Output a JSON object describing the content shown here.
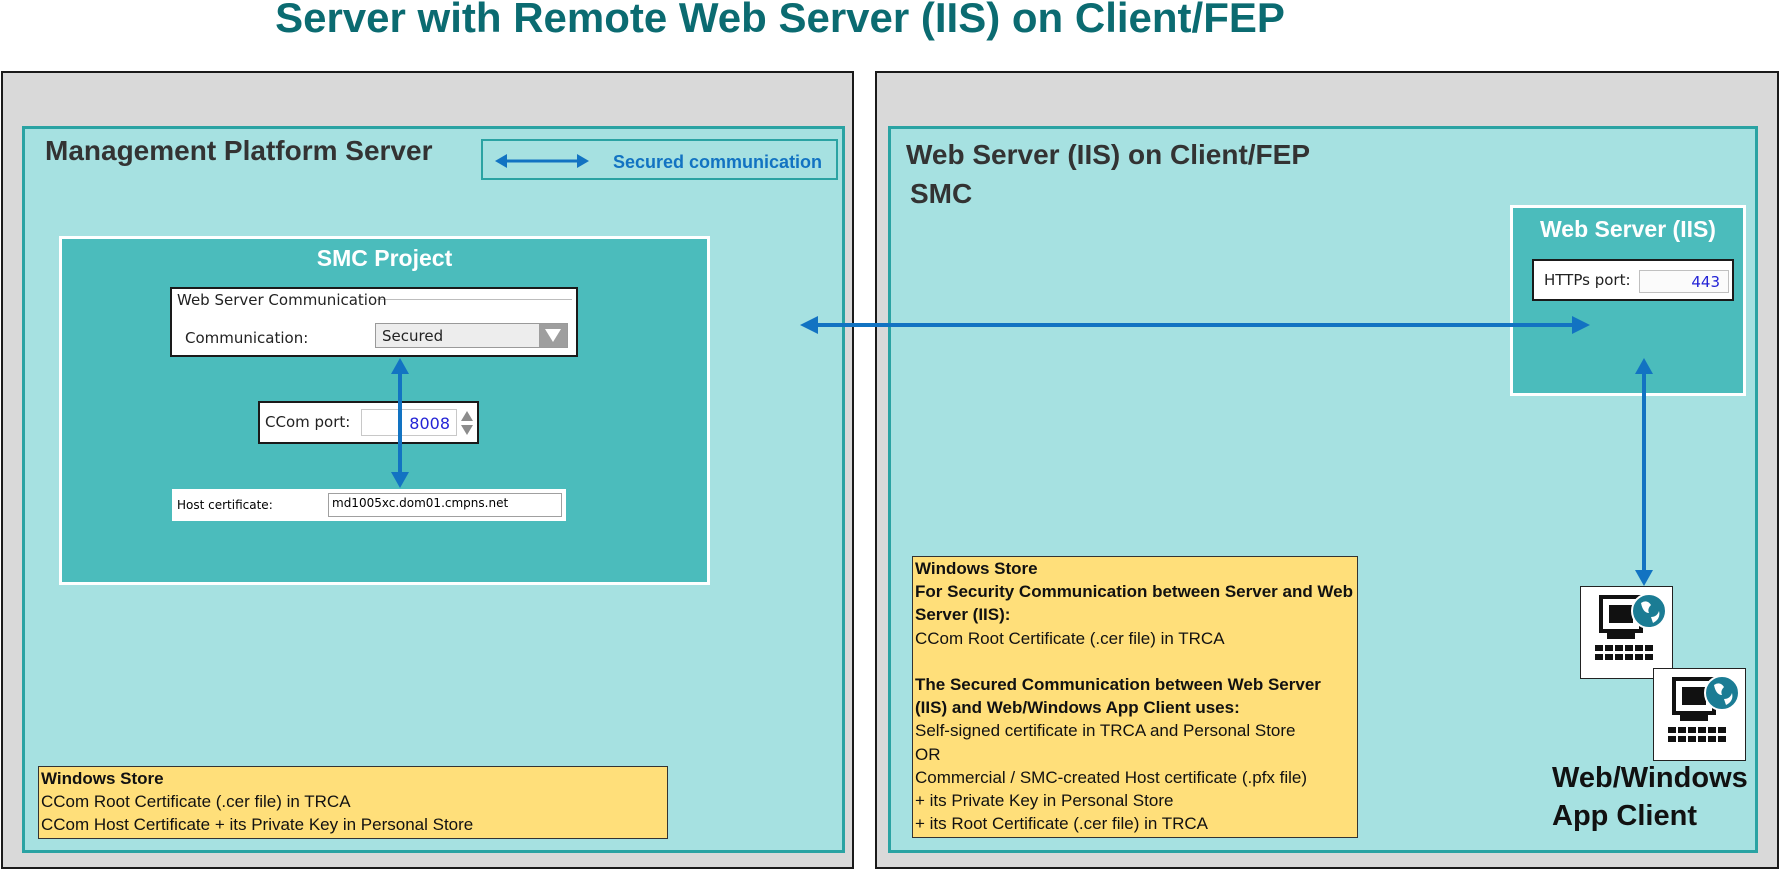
{
  "title": "Server with Remote Web Server (IIS) on Client/FEP",
  "left_panel": {
    "heading": "Management Platform Server",
    "legend_label": "Secured communication",
    "smc_project": {
      "title": "SMC Project",
      "web_comm_group": "Web Server Communication",
      "communication_label": "Communication:",
      "communication_value": "Secured",
      "ccom_port_label": "CCom port:",
      "ccom_port_value": "8008",
      "host_cert_label": "Host certificate:",
      "host_cert_value": "md1005xc.dom01.cmpns.net"
    },
    "store": {
      "heading": "Windows Store",
      "lines": [
        "CCom Root Certificate (.cer file) in TRCA",
        "CCom Host Certificate + its Private Key in Personal Store"
      ]
    }
  },
  "right_panel": {
    "heading": "Web Server (IIS) on Client/FEP",
    "subheading": "SMC",
    "iis_box": {
      "title": "Web Server (IIS)",
      "https_label": "HTTPs port:",
      "https_value": "443"
    },
    "store": {
      "heading": "Windows Store",
      "section1_heading": "For Security Communication between Server and Web Server (IIS):",
      "section1_line": "CCom Root Certificate (.cer file) in TRCA",
      "section2_heading": "The Secured Communication between Web Server (IIS) and Web/Windows App Client uses:",
      "section2_lines": [
        "Self-signed certificate in TRCA and Personal Store",
        "OR",
        "Commercial / SMC-created Host certificate (.pfx file)",
        "+  its Private Key in Personal Store",
        "+  its Root Certificate (.cer file) in TRCA"
      ]
    },
    "client_label_line1": "Web/Windows",
    "client_label_line2": "App Client"
  },
  "colors": {
    "title": "#0b6b71",
    "panel": "#a6e1e1",
    "panel_border": "#2aa3a3",
    "smc_box": "#4bbcbc",
    "arrow": "#1273c2",
    "note": "#ffdf7a"
  }
}
